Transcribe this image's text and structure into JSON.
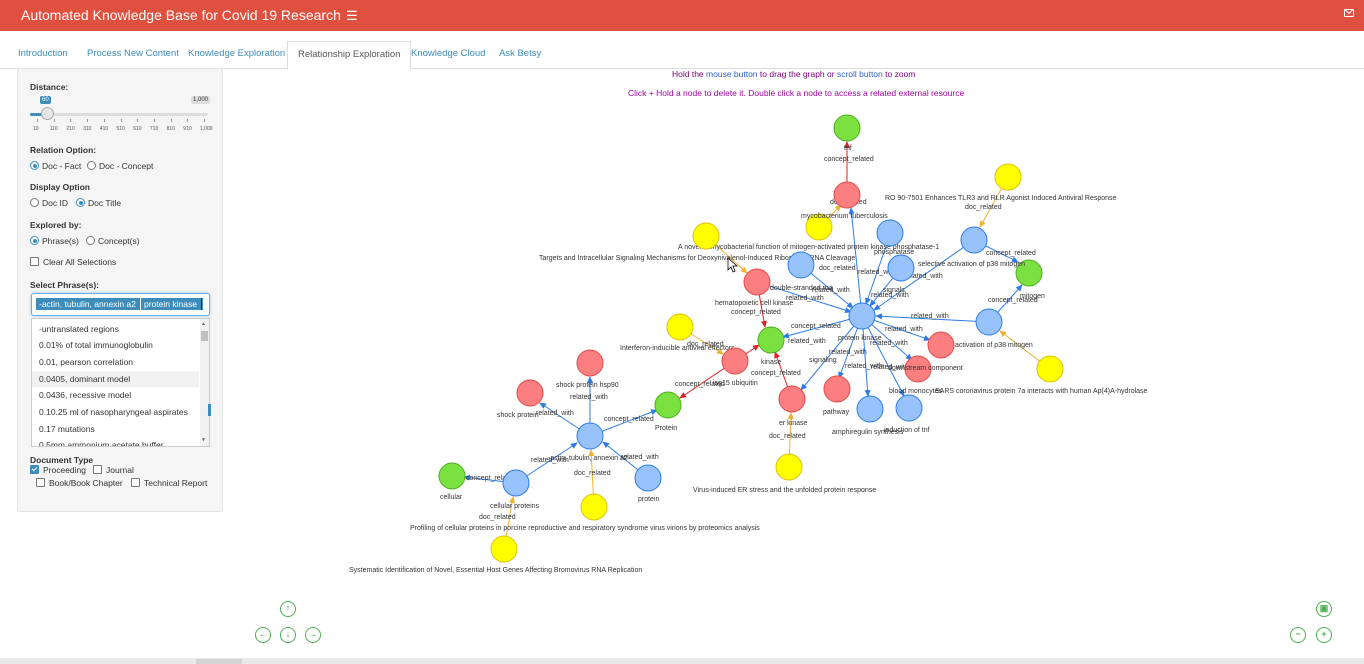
{
  "header": {
    "title": "Automated Knowledge Base for Covid 19 Research",
    "menu_icon": "hamburger-icon",
    "mail_icon": "envelope-icon"
  },
  "tabs": [
    {
      "label": "Introduction"
    },
    {
      "label": "Process New Content"
    },
    {
      "label": "Knowledge Exploration"
    },
    {
      "label": "Relationship Exploration"
    },
    {
      "label": "Knowledge Cloud"
    },
    {
      "label": "Ask Betsy"
    }
  ],
  "sidebar": {
    "distance": {
      "label": "Distance:",
      "value": "60",
      "max": "1,000",
      "level": 0.06,
      "ticks": [
        "10",
        "110",
        "210",
        "310",
        "410",
        "510",
        "610",
        "710",
        "810",
        "910",
        "1,000"
      ]
    },
    "relation": {
      "label": "Relation Option:",
      "options": [
        "Doc - Fact",
        "Doc - Concept"
      ],
      "selected": "Doc - Fact"
    },
    "display": {
      "label": "Display Option",
      "options": [
        "Doc ID",
        "Doc Title"
      ],
      "selected": "Doc Title"
    },
    "explored": {
      "label": "Explored by:",
      "options": [
        "Phrase(s)",
        "Concept(s)"
      ],
      "selected": "Phrase(s)"
    },
    "clear_all": "Clear All Selections",
    "select_phrases": {
      "label": "Select Phrase(s):",
      "chips": [
        "-actin, tubulin, annexin a2",
        "protein kinase"
      ],
      "options": [
        "-untranslated regions",
        "0.01% of total immunoglobulin",
        "0.01, pearson correlation",
        "0.0405, dominant model",
        "0.0436, recessive model",
        "0.10.25 ml of nasopharyngeal aspirates",
        "0.17 mutations",
        "0.5mm ammonium acetate buffer"
      ]
    },
    "doc_type": {
      "label": "Document Type",
      "options": [
        {
          "label": "Proceeding",
          "checked": true
        },
        {
          "label": "Journal",
          "checked": false
        },
        {
          "label": "Book/Book Chapter",
          "checked": false
        },
        {
          "label": "Technical Report",
          "checked": false
        }
      ]
    }
  },
  "hints": {
    "line1_a": "Hold the ",
    "line1_b": "mouse button",
    "line1_c": " to drag the graph or ",
    "line1_d": "scroll button",
    "line1_e": " to zoom",
    "line2": "Click + Hold a node to delete it. Double click a node to access a related external resource"
  },
  "graph": {
    "colors": {
      "blue": "#97c2fc",
      "red": "#fb7e81",
      "green": "#7be141",
      "yellow": "#ffff00",
      "edge_blue": "#2b7ce9",
      "edge_red": "#e02020",
      "edge_yellow": "#f0b030"
    },
    "nodes": [
      {
        "id": "hub",
        "color": "blue",
        "label": "protein kinase"
      },
      {
        "id": "actin",
        "color": "blue",
        "label": "-actin, tubulin, annexin a2"
      },
      {
        "id": "n_tnf",
        "color": "green",
        "label": "tnf"
      },
      {
        "id": "n_mtb",
        "color": "red",
        "label": "mycobacterium tuberculosis"
      },
      {
        "id": "n_y_mtb",
        "color": "yellow",
        "label": ""
      },
      {
        "id": "n_phosphatase",
        "color": "blue",
        "label": "phosphatase"
      },
      {
        "id": "n_y_ro",
        "color": "yellow",
        "label": ""
      },
      {
        "id": "n_sel",
        "color": "blue",
        "label": "selective activation of p38 mitogen"
      },
      {
        "id": "n_mitogen",
        "color": "green",
        "label": "mitogen"
      },
      {
        "id": "n_act_p38",
        "color": "blue",
        "label": "activation of p38 mitogen"
      },
      {
        "id": "n_y_sars",
        "color": "yellow",
        "label": ""
      },
      {
        "id": "n_y_novel",
        "color": "yellow",
        "label": ""
      },
      {
        "id": "n_dsrna",
        "color": "blue",
        "label": "double-stranded rna"
      },
      {
        "id": "n_signals",
        "color": "blue",
        "label": "signals"
      },
      {
        "id": "n_hpk",
        "color": "red",
        "label": "hematopoietic cell kinase"
      },
      {
        "id": "n_y_ifn",
        "color": "yellow",
        "label": ""
      },
      {
        "id": "n_kinase",
        "color": "green",
        "label": "kinase"
      },
      {
        "id": "n_isg15",
        "color": "red",
        "label": "isg15 ubiquitin"
      },
      {
        "id": "n_erk",
        "color": "red",
        "label": "er kinase"
      },
      {
        "id": "n_y_er",
        "color": "yellow",
        "label": ""
      },
      {
        "id": "n_pathway",
        "color": "red",
        "label": "pathway"
      },
      {
        "id": "n_amph",
        "color": "blue",
        "label": "amphiregulin synthesis"
      },
      {
        "id": "n_indtnf",
        "color": "blue",
        "label": "induction of tnf"
      },
      {
        "id": "n_down",
        "color": "red",
        "label": "downstream component"
      },
      {
        "id": "n_blood",
        "color": "red",
        "label": "blood monocytes"
      },
      {
        "id": "n_protein_g",
        "color": "green",
        "label": "Protein"
      },
      {
        "id": "n_hsp90",
        "color": "red",
        "label": "shock protein hsp90"
      },
      {
        "id": "n_shockprot",
        "color": "red",
        "label": "shock protein"
      },
      {
        "id": "n_cellular",
        "color": "green",
        "label": "cellular"
      },
      {
        "id": "n_cellprot",
        "color": "blue",
        "label": "cellular proteins"
      },
      {
        "id": "n_protein_b",
        "color": "blue",
        "label": "protein"
      },
      {
        "id": "n_y_prof",
        "color": "yellow",
        "label": ""
      },
      {
        "id": "n_y_sys",
        "color": "yellow",
        "label": ""
      }
    ],
    "edge_labels": [
      "concept_related",
      "doc_related",
      "related_with",
      "signaling"
    ],
    "doc_titles": [
      "RO 90-7501 Enhances TLR3 and RLR Agonist Induced Antiviral Response",
      "A novel ... mycobacterial function of mitogen-activated protein kinase phosphatase-1",
      "Targets and Intracellular Signaling Mechanisms for Deoxynivalenol-Induced Ribosomal RNA Cleavage",
      "Interferon-inducible antiviral effectors",
      "SARS coronavirus protein 7a interacts with human Ap(4)A-hydrolase",
      "Virus-induced ER stress and the unfolded protein response",
      "Profiling of cellular proteins in porcine reproductive and respiratory syndrome virus virions by proteomics analysis",
      "Systematic Identification of Novel, Essential Host Genes Affecting Bromovirus RNA Replication"
    ]
  },
  "nav": {
    "up": "arrow-up-icon",
    "left": "arrow-left-icon",
    "down": "arrow-down-icon",
    "right": "arrow-right-icon",
    "fit": "fit-icon",
    "zoom_out": "zoom-out-icon",
    "zoom_in": "zoom-in-icon"
  }
}
